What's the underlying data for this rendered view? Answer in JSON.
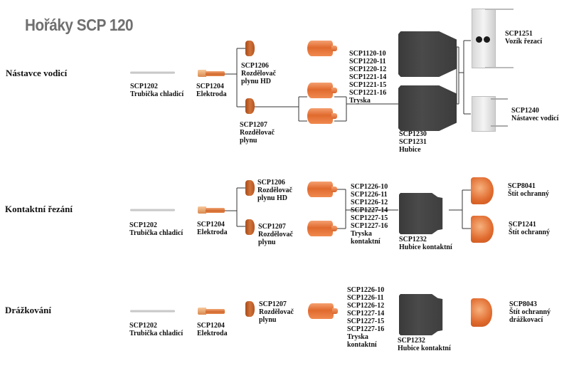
{
  "title": "Hořáky SCP 120",
  "colors": {
    "title_gray": "#6f6f6f",
    "copper": "#e06a2e",
    "swirl_ring": "#b55421",
    "cap_dark": "#3c3c3c",
    "line": "#333333"
  },
  "sections": [
    {
      "label": "Nástavce vodicí",
      "cooling_tube": {
        "code": "SCP1202",
        "name": "Trubička chladicí"
      },
      "electrode": {
        "code": "SCP1204",
        "name": "Elektroda"
      },
      "swirl_rings": [
        {
          "code": "SCP1206",
          "name_lines": [
            "Rozdělovač",
            "plynu HD"
          ]
        },
        {
          "code": "SCP1207",
          "name_lines": [
            "Rozdělovač",
            "plynu"
          ]
        }
      ],
      "nozzle": {
        "codes": [
          "SCP1120-10",
          "SCP1220-11",
          "SCP1220-12",
          "SCP1221-14",
          "SCP1221-15",
          "SCP1221-16"
        ],
        "name": "Tryska"
      },
      "cap": {
        "codes": [
          "SCP1230",
          "SCP1231"
        ],
        "name": "Hubice"
      },
      "accessories": [
        {
          "code": "SCP1251",
          "name": "Vozík řezací"
        },
        {
          "code": "SCP1240",
          "name": "Nástavec vodicí"
        }
      ]
    },
    {
      "label": "Kontaktní řezání",
      "cooling_tube": {
        "code": "SCP1202",
        "name": "Trubička chladicí"
      },
      "electrode": {
        "code": "SCP1204",
        "name": "Elektroda"
      },
      "swirl_rings": [
        {
          "code": "SCP1206",
          "name_lines": [
            "Rozdělovač",
            "plynu HD"
          ]
        },
        {
          "code": "SCP1207",
          "name_lines": [
            "Rozdělovač",
            "plynu"
          ]
        }
      ],
      "nozzle": {
        "codes": [
          "SCP1226-10",
          "SCP1226-11",
          "SCP1226-12",
          "SCP1227-14",
          "SCP1227-15",
          "SCP1227-16"
        ],
        "name_lines": [
          "Tryska",
          "kontaktní"
        ]
      },
      "cap": {
        "codes": [
          "SCP1232"
        ],
        "name": "Hubice kontaktní"
      },
      "accessories": [
        {
          "code": "SCP8041",
          "name": "Štít ochranný"
        },
        {
          "code": "SCP1241",
          "name": "Štít ochranný"
        }
      ]
    },
    {
      "label": "Drážkování",
      "cooling_tube": {
        "code": "SCP1202",
        "name": "Trubička chladicí"
      },
      "electrode": {
        "code": "SCP1204",
        "name": "Elektroda"
      },
      "swirl_rings": [
        {
          "code": "SCP1207",
          "name_lines": [
            "Rozdělovač",
            "plynu"
          ]
        }
      ],
      "nozzle": {
        "codes": [
          "SCP1226-10",
          "SCP1226-11",
          "SCP1226-12",
          "SCP1227-14",
          "SCP1227-15",
          "SCP1227-16"
        ],
        "name_lines": [
          "Tryska",
          "kontaktní"
        ]
      },
      "cap": {
        "codes": [
          "SCP1232"
        ],
        "name": "Hubice kontaktní"
      },
      "accessories": [
        {
          "code": "SCP8043",
          "name_lines": [
            "Štít ochranný",
            "drážkovací"
          ]
        }
      ]
    }
  ]
}
